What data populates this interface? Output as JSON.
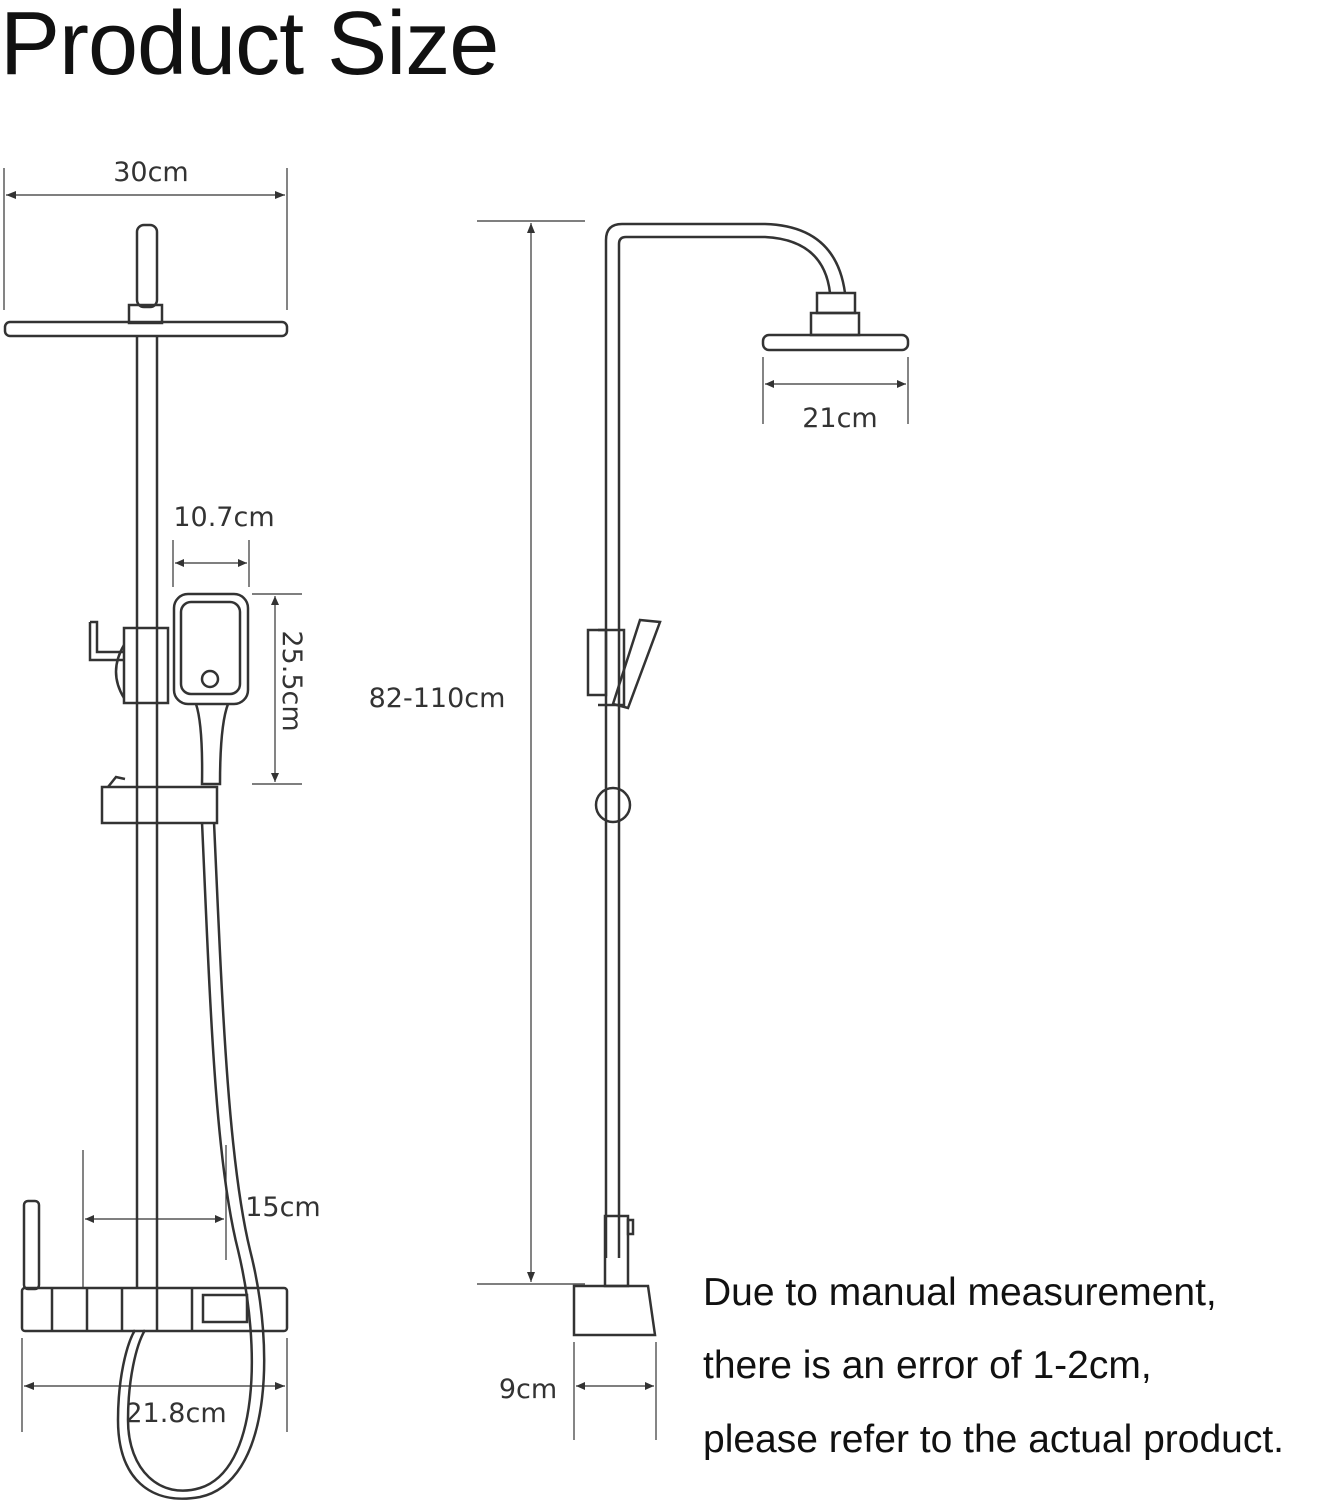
{
  "title": "Product Size",
  "dimensions": {
    "overall_width": "30cm",
    "handheld_width": "10.7cm",
    "handheld_height": "25.5cm",
    "column_height": "82-110cm",
    "head_diameter": "21cm",
    "control_depth": "15cm",
    "panel_width": "21.8cm",
    "base_depth": "9cm"
  },
  "note": {
    "line1": "Due to manual measurement,",
    "line2": "there is an error of 1-2cm,",
    "line3": "please refer to the actual product."
  },
  "colors": {
    "line": "#333333",
    "text": "#111111",
    "background": "#ffffff"
  }
}
